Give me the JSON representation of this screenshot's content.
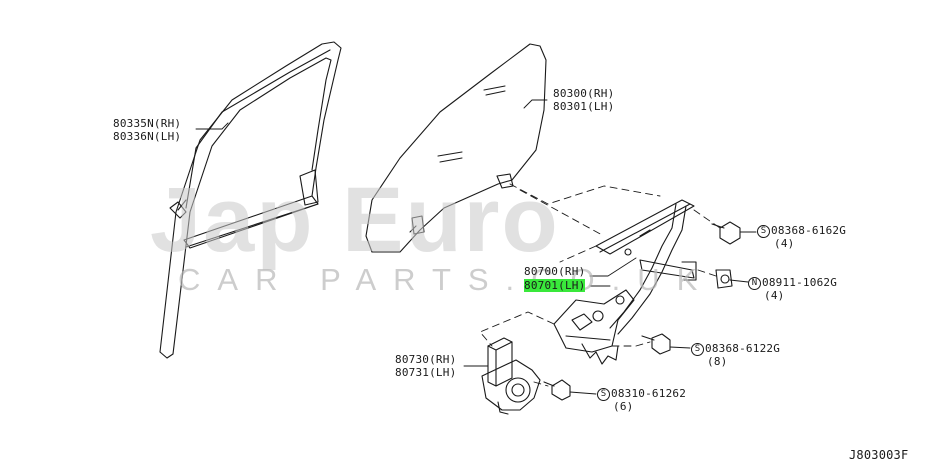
{
  "watermark": {
    "brand": "Jap Euro",
    "tagline": "CAR PARTS.CO.UK"
  },
  "callouts": {
    "sash_rh": "80335N(RH)",
    "sash_lh": "80336N(LH)",
    "glass_rh": "80300(RH)",
    "glass_lh": "80301(LH)",
    "regulator_rh": "80700(RH)",
    "regulator_lh_prefix": "8070",
    "regulator_lh_highlight": "1",
    "regulator_lh_suffix": "(LH)",
    "motor_rh": "80730(RH)",
    "motor_lh": "80731(LH)"
  },
  "fasteners": [
    {
      "symbol": "S",
      "part": "08368-6162G",
      "qty": "(4)"
    },
    {
      "symbol": "N",
      "part": "08911-1062G",
      "qty": "(4)"
    },
    {
      "symbol": "S",
      "part": "08368-6122G",
      "qty": "(8)"
    },
    {
      "symbol": "S",
      "part": "08310-61262",
      "qty": "(6)"
    }
  ],
  "diagram_code": "J803003F",
  "colors": {
    "line": "#1a1a1a",
    "highlight": "#39e83b",
    "watermark": "#c9c9c9"
  }
}
